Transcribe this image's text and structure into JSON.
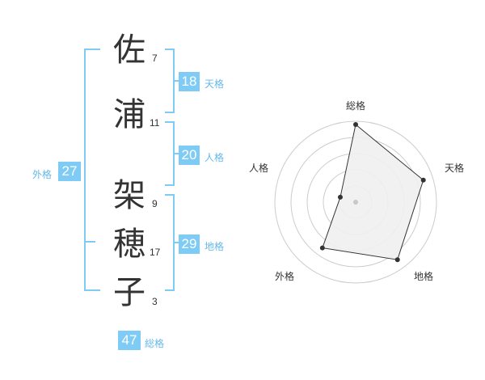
{
  "name": {
    "chars": [
      {
        "char": "佐",
        "strokes": "7"
      },
      {
        "char": "浦",
        "strokes": "11"
      },
      {
        "char": "架",
        "strokes": "9"
      },
      {
        "char": "穂",
        "strokes": "17"
      },
      {
        "char": "子",
        "strokes": "3"
      }
    ]
  },
  "kaku": {
    "tenkaku": {
      "value": "18",
      "label": "天格"
    },
    "jinkaku": {
      "value": "20",
      "label": "人格"
    },
    "chikaku": {
      "value": "29",
      "label": "地格"
    },
    "gaikaku": {
      "value": "27",
      "label": "外格"
    },
    "soukaku": {
      "value": "47",
      "label": "総格"
    }
  },
  "chart_data": {
    "type": "radar",
    "axes": [
      "総格",
      "天格",
      "地格",
      "外格",
      "人格"
    ],
    "values": [
      4.8,
      4.4,
      4.4,
      3.5,
      1.0
    ],
    "max": 5,
    "rings": 5,
    "colors": {
      "fill": "#f0f0f0",
      "stroke": "#333333",
      "grid": "#cccccc",
      "point": "#333333",
      "center": "#c8c8c8"
    }
  },
  "colors": {
    "accent": "#7ecbf5",
    "accent_text": "#66b9e8"
  }
}
